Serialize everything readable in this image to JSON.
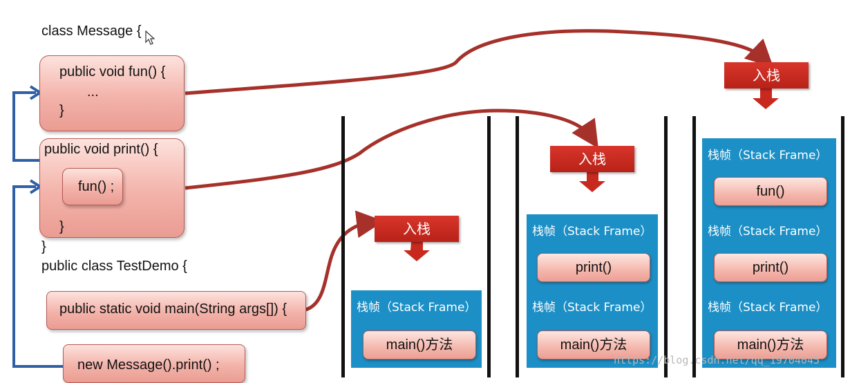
{
  "code": {
    "class_message": "class Message {",
    "fun_decl": "public void fun() {",
    "fun_body": "...",
    "fun_close": "}",
    "print_decl": "public void print() {",
    "print_call": "fun() ;",
    "print_close": "}",
    "class_close": "}",
    "class_testdemo": "public class TestDemo {",
    "main_decl": "public static void main(String args[]) {",
    "main_call": "new Message().print() ;"
  },
  "push_label": "入栈",
  "frame_label": "栈帧（Stack Frame）",
  "stacks": [
    {
      "frames": [
        "main()方法"
      ]
    },
    {
      "frames": [
        "print()",
        "main()方法"
      ]
    },
    {
      "frames": [
        "fun()",
        "print()",
        "main()方法"
      ]
    }
  ],
  "watermark": "https://blog.csdn.net/qq_19704045",
  "colors": {
    "curve": "#a5312a",
    "call_arrow": "#2f5fa5",
    "frame": "#1b8fc6",
    "push": "#c8291f"
  }
}
